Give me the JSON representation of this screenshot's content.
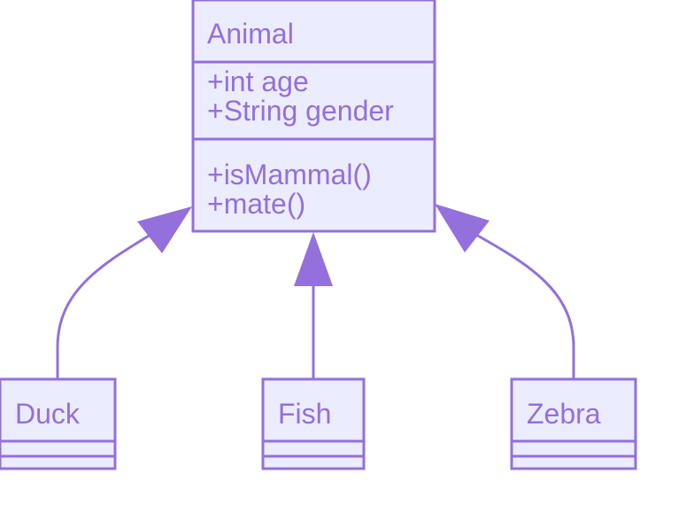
{
  "colors": {
    "fill": "#ECECFF",
    "stroke": "#9370DB",
    "text": "#9370DB",
    "background": "#ffffff"
  },
  "diagram": {
    "type": "UML class diagram",
    "relationship": "inheritance",
    "parent": {
      "name": "Animal",
      "attributes": [
        "+int age",
        "+String gender"
      ],
      "methods": [
        "+isMammal()",
        "+mate()"
      ]
    },
    "children": [
      {
        "name": "Duck"
      },
      {
        "name": "Fish"
      },
      {
        "name": "Zebra"
      }
    ]
  }
}
